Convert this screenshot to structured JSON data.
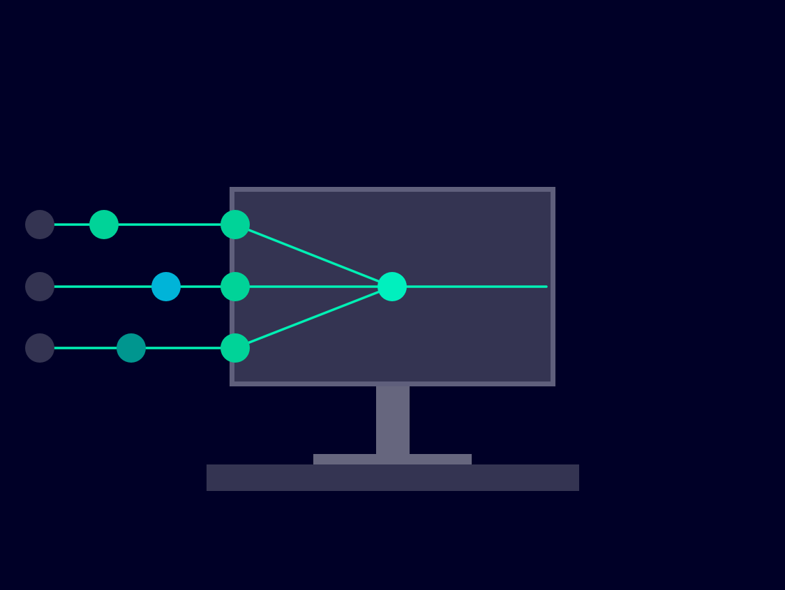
{
  "colors": {
    "background": "#000027",
    "monitor_screen": "#343452",
    "monitor_bezel": "#5f5f7c",
    "monitor_stand": "#66667e",
    "desk": "#343452",
    "wire": "#00f0b4",
    "node_idle": "#343452",
    "node_active": "#00d398",
    "node_cyan": "#00b4d8",
    "node_teal": "#00968f",
    "node_output": "#00f0be"
  },
  "diagram": {
    "inputs": [
      {
        "name": "input-1",
        "source_state": "idle",
        "packet_color_key": "node_active"
      },
      {
        "name": "input-2",
        "source_state": "idle",
        "packet_color_key": "node_cyan"
      },
      {
        "name": "input-3",
        "source_state": "idle",
        "packet_color_key": "node_teal"
      }
    ],
    "input_count": 3,
    "output_count": 1,
    "icons": {
      "monitor": "monitor-icon",
      "network": "neural-network-icon"
    }
  }
}
